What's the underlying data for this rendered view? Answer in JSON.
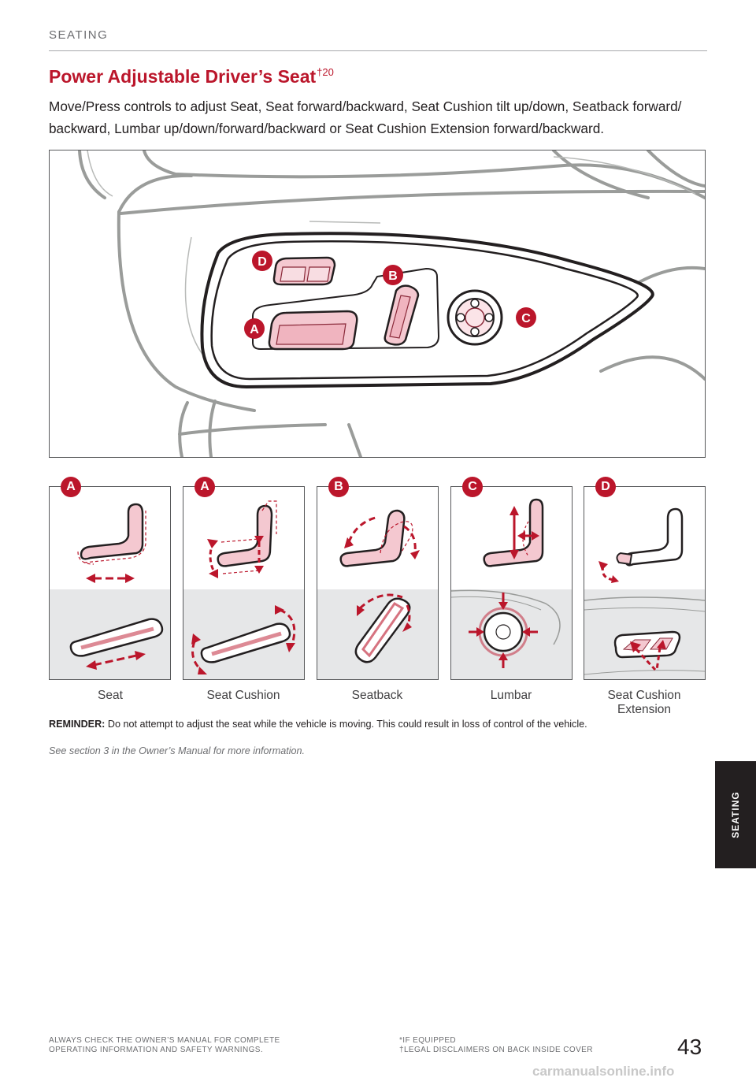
{
  "header": {
    "section": "SEATING"
  },
  "title": {
    "text": "Power Adjustable Driver’s Seat",
    "superscript": "†20"
  },
  "intro": "Move/Press controls to adjust Seat, Seat forward/backward, Seat Cushion tilt up/down, Seatback forward/ backward, Lumbar up/down/forward/backward or Seat Cushion Extension forward/backward.",
  "main_figure": {
    "callouts": [
      "D",
      "B",
      "A",
      "C"
    ]
  },
  "panels": [
    {
      "badge": "A",
      "caption": "Seat"
    },
    {
      "badge": "A",
      "caption": "Seat Cushion"
    },
    {
      "badge": "B",
      "caption": "Seatback"
    },
    {
      "badge": "C",
      "caption": "Lumbar"
    },
    {
      "badge": "D",
      "caption": "Seat Cushion Extension"
    }
  ],
  "reminder": {
    "label": "REMINDER:",
    "text": " Do not attempt to adjust the seat while the vehicle is moving. This could result in loss of control of the vehicle."
  },
  "see_more": "See section 3 in the Owner’s Manual for more information.",
  "side_tab": "SEATING",
  "footer": {
    "left": "ALWAYS CHECK THE OWNER’S MANUAL FOR COMPLETE\nOPERATING INFORMATION AND SAFETY WARNINGS.",
    "middle": "*IF EQUIPPED\n†LEGAL DISCLAIMERS ON BACK INSIDE COVER",
    "page_number": "43"
  },
  "watermark": "carmanualsonline.info",
  "colors": {
    "accent": "#bb162b",
    "pink_fill": "#f4c8d0",
    "panel_gray": "#e6e7e8",
    "text": "#231f20"
  }
}
